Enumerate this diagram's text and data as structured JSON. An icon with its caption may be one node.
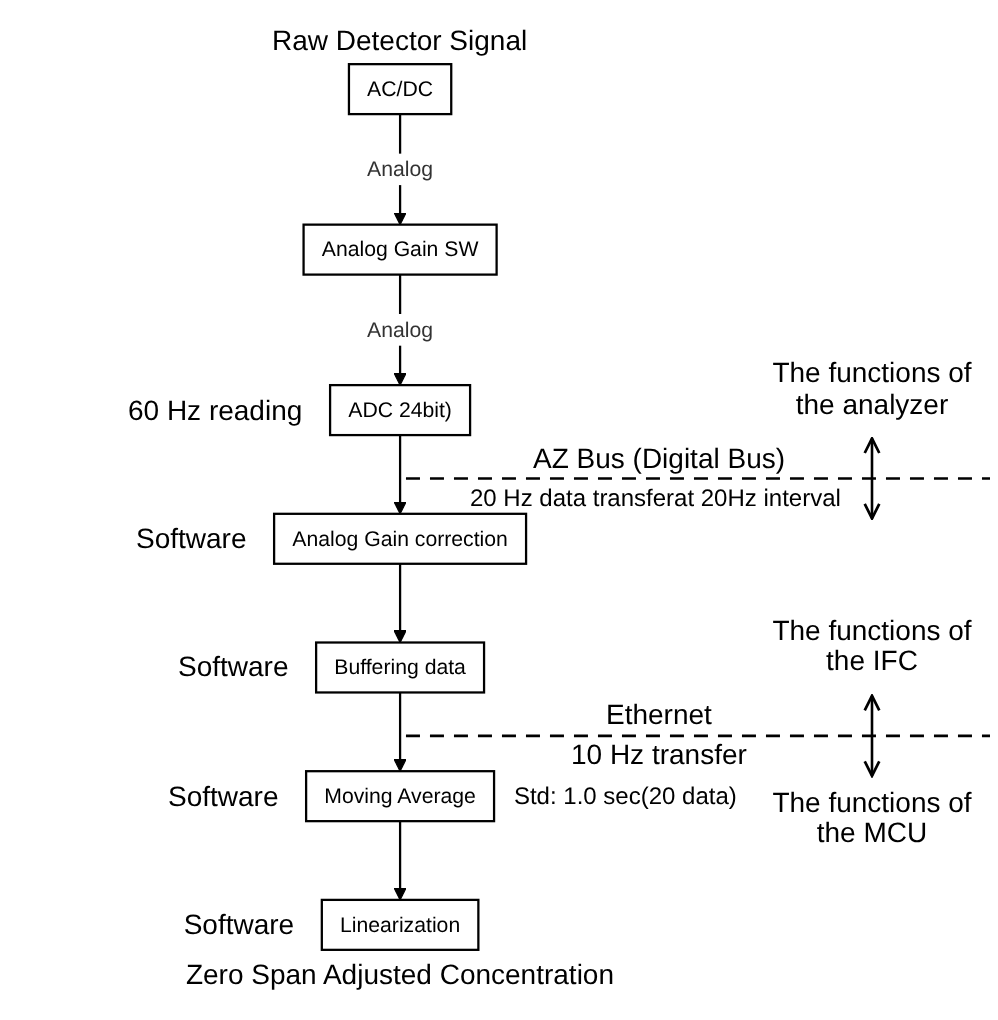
{
  "diagram": {
    "nodes": [
      {
        "text": [
          "AC/DC"
        ]
      },
      {
        "text": [
          "Analog Gain SW"
        ]
      },
      {
        "text": [
          "ADC 24bit)"
        ],
        "beside": [
          "60 Hz reading"
        ]
      },
      {
        "text": [
          "Analog Gain correction"
        ],
        "beside": [
          "Software"
        ]
      },
      {
        "text": [
          "Buffering data"
        ],
        "beside": [
          "Software"
        ]
      },
      {
        "text": [
          "Moving Average"
        ],
        "beside": [
          "Software",
          "Std: 1.0 sec(20 data)"
        ]
      },
      {
        "text": [
          "Linearization"
        ],
        "beside": [
          "Software"
        ]
      }
    ],
    "edges": [
      {
        "from": 0,
        "to": 1,
        "arrow": "to",
        "label": "Analog"
      },
      {
        "from": 1,
        "to": 2,
        "arrow": "to",
        "label": "Analog"
      },
      {
        "from": 2,
        "to": 3,
        "arrow": "to"
      },
      {
        "from": 3,
        "to": 4,
        "arrow": "to"
      },
      {
        "from": 4,
        "to": 5,
        "arrow": "to"
      },
      {
        "from": 5,
        "to": 6,
        "arrow": "to"
      }
    ],
    "labels": [
      "Raw Detector Signal",
      "The functions of the analyzer",
      "AZ Bus (Digital Bus)",
      "20 Hz data transferat 20Hz interval",
      "The functions of the IFC",
      "Ethernet",
      "10 Hz transfer",
      "The functions of the MCU",
      "Zero Span Adjusted Concentration"
    ]
  }
}
